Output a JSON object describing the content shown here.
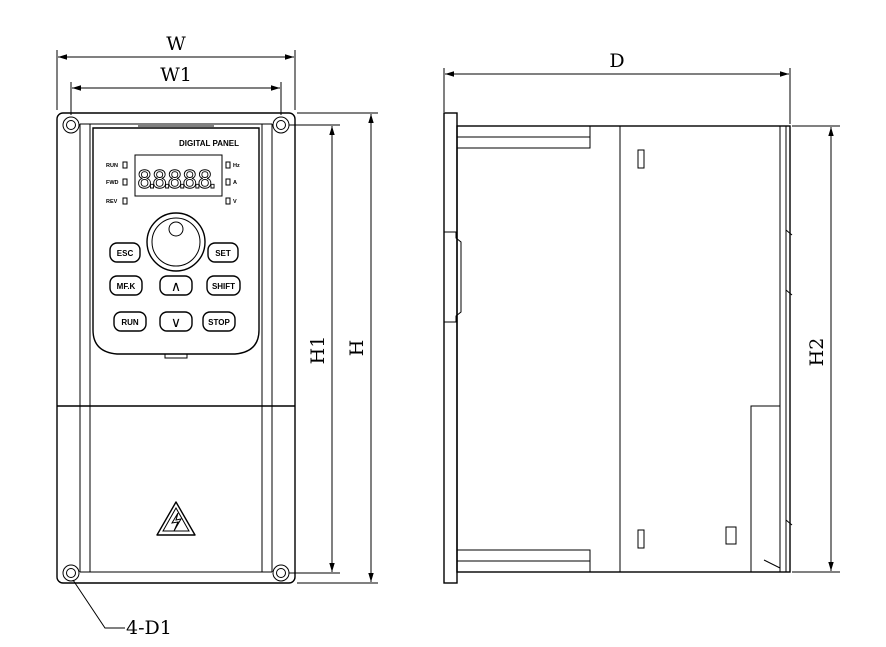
{
  "dimension_labels": {
    "width": "W",
    "width_inner": "W1",
    "depth": "D",
    "height": "H",
    "height_inner": "H1",
    "height_side": "H2",
    "holes": "4-D1"
  },
  "panel": {
    "title": "DIGITAL PANEL",
    "display": "8.8.8.8.8.",
    "indicators_left": [
      "RUN",
      "FWD",
      "REV"
    ],
    "indicators_right": [
      "Hz",
      "A",
      "V"
    ],
    "buttons": {
      "esc": "ESC",
      "set": "SET",
      "mfk": "MF.K",
      "up": "∧",
      "shift": "SHIFT",
      "run": "RUN",
      "down": "∨",
      "stop": "STOP"
    }
  },
  "warning_symbol": "high-voltage-warning-icon"
}
